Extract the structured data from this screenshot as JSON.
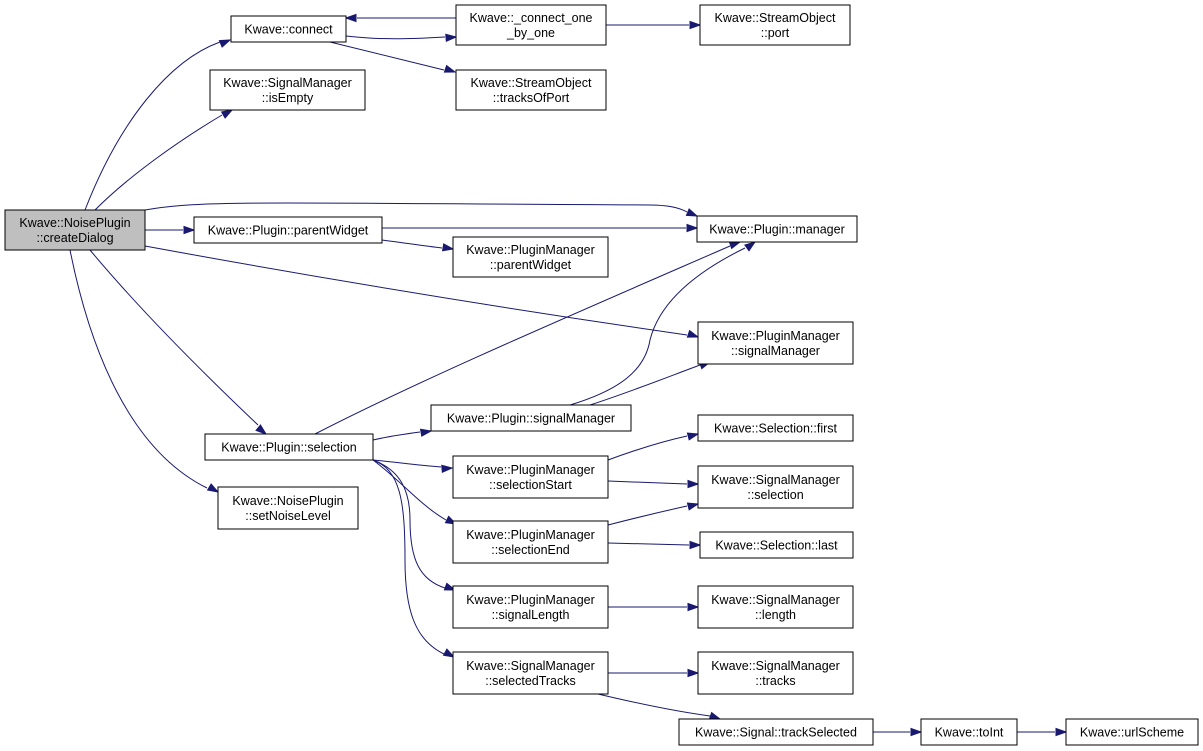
{
  "graph": {
    "nodes": [
      {
        "id": "createDialog",
        "lines": [
          "Kwave::NoisePlugin",
          "::createDialog"
        ],
        "root": true
      },
      {
        "id": "connect",
        "lines": [
          "Kwave::connect"
        ]
      },
      {
        "id": "connect_one",
        "lines": [
          "Kwave::_connect_one",
          "_by_one"
        ]
      },
      {
        "id": "port",
        "lines": [
          "Kwave::StreamObject",
          "::port"
        ]
      },
      {
        "id": "tracksOfPort",
        "lines": [
          "Kwave::StreamObject",
          "::tracksOfPort"
        ]
      },
      {
        "id": "sm_isEmpty",
        "lines": [
          "Kwave::SignalManager",
          "::isEmpty"
        ]
      },
      {
        "id": "p_parentWidget",
        "lines": [
          "Kwave::Plugin::parentWidget"
        ]
      },
      {
        "id": "pm_parentWidget",
        "lines": [
          "Kwave::PluginManager",
          "::parentWidget"
        ]
      },
      {
        "id": "p_manager",
        "lines": [
          "Kwave::Plugin::manager"
        ]
      },
      {
        "id": "pm_signalManager",
        "lines": [
          "Kwave::PluginManager",
          "::signalManager"
        ]
      },
      {
        "id": "p_signalManager",
        "lines": [
          "Kwave::Plugin::signalManager"
        ]
      },
      {
        "id": "p_selection",
        "lines": [
          "Kwave::Plugin::selection"
        ]
      },
      {
        "id": "setNoiseLevel",
        "lines": [
          "Kwave::NoisePlugin",
          "::setNoiseLevel"
        ]
      },
      {
        "id": "sel_first",
        "lines": [
          "Kwave::Selection::first"
        ]
      },
      {
        "id": "pm_selectionStart",
        "lines": [
          "Kwave::PluginManager",
          "::selectionStart"
        ]
      },
      {
        "id": "sm_selection",
        "lines": [
          "Kwave::SignalManager",
          "::selection"
        ]
      },
      {
        "id": "pm_selectionEnd",
        "lines": [
          "Kwave::PluginManager",
          "::selectionEnd"
        ]
      },
      {
        "id": "sel_last",
        "lines": [
          "Kwave::Selection::last"
        ]
      },
      {
        "id": "pm_signalLength",
        "lines": [
          "Kwave::PluginManager",
          "::signalLength"
        ]
      },
      {
        "id": "sm_length",
        "lines": [
          "Kwave::SignalManager",
          "::length"
        ]
      },
      {
        "id": "sm_selectedTracks",
        "lines": [
          "Kwave::SignalManager",
          "::selectedTracks"
        ]
      },
      {
        "id": "sm_tracks",
        "lines": [
          "Kwave::SignalManager",
          "::tracks"
        ]
      },
      {
        "id": "sig_trackSelected",
        "lines": [
          "Kwave::Signal::trackSelected"
        ]
      },
      {
        "id": "toInt",
        "lines": [
          "Kwave::toInt"
        ]
      },
      {
        "id": "urlScheme",
        "lines": [
          "Kwave::urlScheme"
        ]
      }
    ],
    "edges": [
      {
        "from": "createDialog",
        "to": "connect"
      },
      {
        "from": "connect",
        "to": "connect_one"
      },
      {
        "from": "connect_one",
        "to": "connect"
      },
      {
        "from": "connect_one",
        "to": "port"
      },
      {
        "from": "connect",
        "to": "tracksOfPort"
      },
      {
        "from": "createDialog",
        "to": "sm_isEmpty"
      },
      {
        "from": "createDialog",
        "to": "p_manager"
      },
      {
        "from": "createDialog",
        "to": "p_parentWidget"
      },
      {
        "from": "p_parentWidget",
        "to": "p_manager"
      },
      {
        "from": "p_parentWidget",
        "to": "pm_parentWidget"
      },
      {
        "from": "createDialog",
        "to": "pm_signalManager"
      },
      {
        "from": "createDialog",
        "to": "p_selection"
      },
      {
        "from": "createDialog",
        "to": "setNoiseLevel"
      },
      {
        "from": "p_selection",
        "to": "p_manager"
      },
      {
        "from": "p_selection",
        "to": "p_signalManager"
      },
      {
        "from": "p_signalManager",
        "to": "p_manager"
      },
      {
        "from": "p_signalManager",
        "to": "pm_signalManager"
      },
      {
        "from": "p_selection",
        "to": "pm_selectionStart"
      },
      {
        "from": "p_selection",
        "to": "pm_selectionEnd"
      },
      {
        "from": "p_selection",
        "to": "pm_signalLength"
      },
      {
        "from": "p_selection",
        "to": "sm_selectedTracks"
      },
      {
        "from": "pm_selectionStart",
        "to": "sel_first"
      },
      {
        "from": "pm_selectionStart",
        "to": "sm_selection"
      },
      {
        "from": "pm_selectionEnd",
        "to": "sm_selection"
      },
      {
        "from": "pm_selectionEnd",
        "to": "sel_last"
      },
      {
        "from": "pm_signalLength",
        "to": "sm_length"
      },
      {
        "from": "sm_selectedTracks",
        "to": "sm_tracks"
      },
      {
        "from": "sm_selectedTracks",
        "to": "sig_trackSelected"
      },
      {
        "from": "sig_trackSelected",
        "to": "toInt"
      },
      {
        "from": "toInt",
        "to": "urlScheme"
      }
    ]
  }
}
